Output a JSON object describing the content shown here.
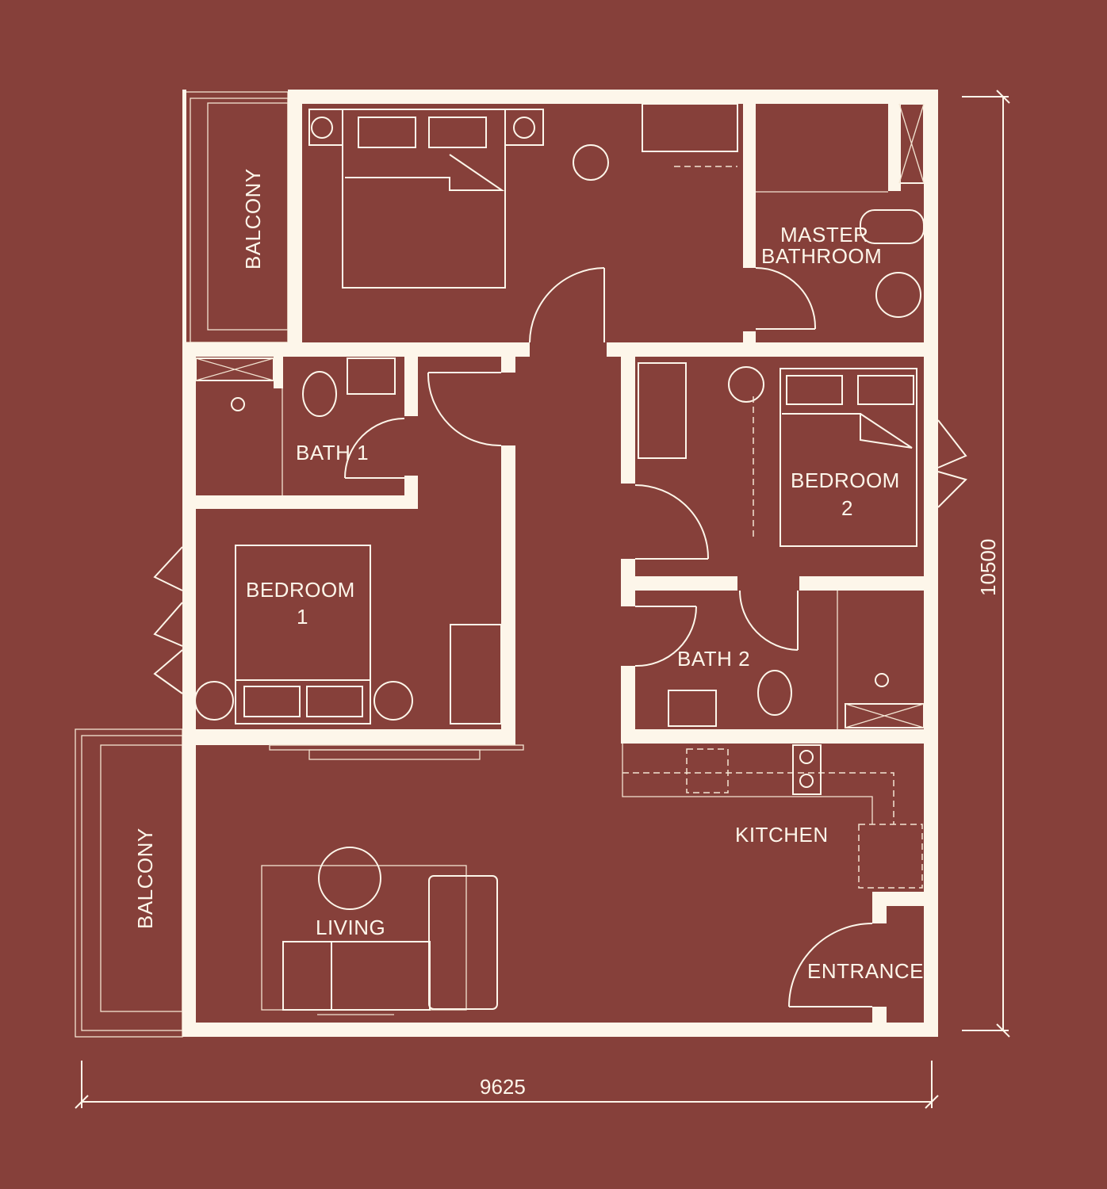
{
  "colors": {
    "background": "#86403a",
    "lines": "#fdf6ea"
  },
  "rooms": {
    "balcony_top": "BALCONY",
    "master_bathroom_1": "MASTER",
    "master_bathroom_2": "BATHROOM",
    "bath1": "BATH 1",
    "bedroom2_1": "BEDROOM",
    "bedroom2_2": "2",
    "bedroom1_1": "BEDROOM",
    "bedroom1_2": "1",
    "bath2": "BATH 2",
    "kitchen": "KITCHEN",
    "balcony_bottom": "BALCONY",
    "living": "LIVING",
    "entrance": "ENTRANCE"
  },
  "dimensions": {
    "width": "9625",
    "height": "10500"
  }
}
